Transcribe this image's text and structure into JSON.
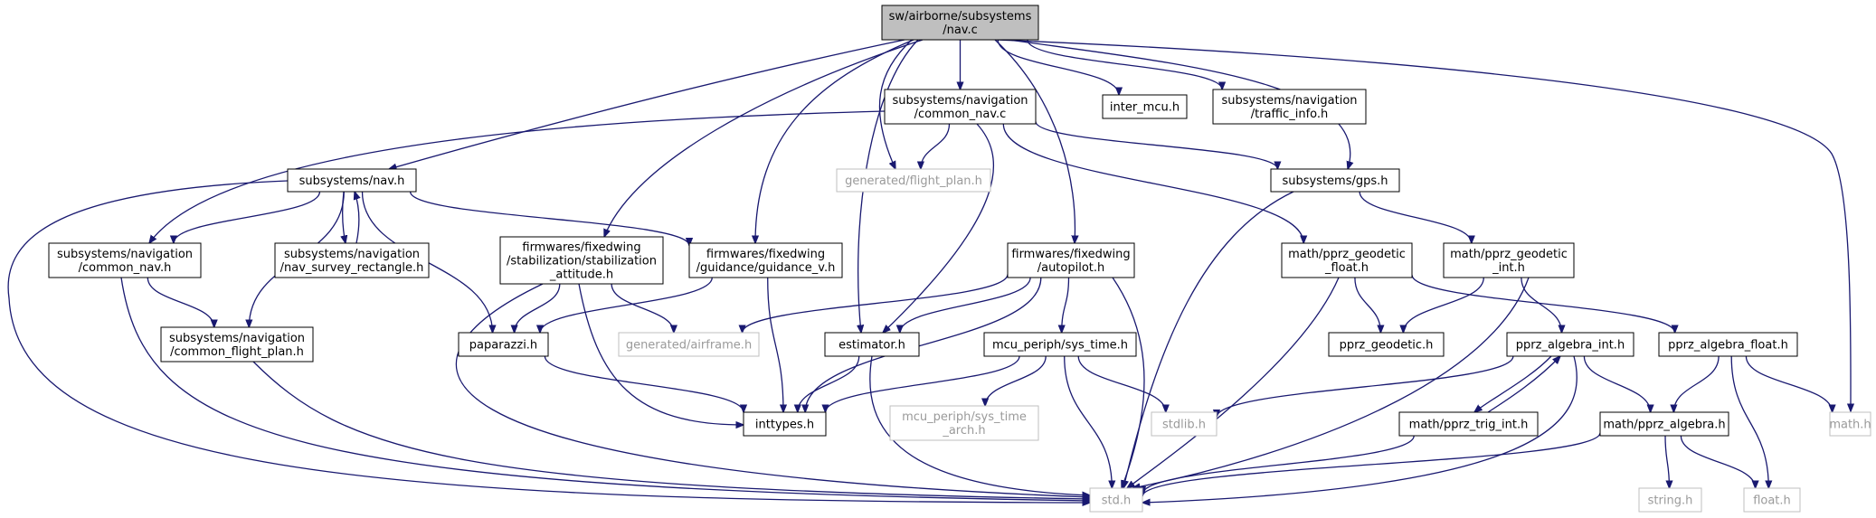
{
  "nodes": {
    "nav_c": {
      "lines": [
        "sw/airborne/subsystems",
        "/nav.c"
      ],
      "kind": "root"
    },
    "common_nav_c": {
      "lines": [
        "subsystems/navigation",
        "/common_nav.c"
      ],
      "kind": "normal"
    },
    "inter_mcu": {
      "lines": [
        "inter_mcu.h"
      ],
      "kind": "normal"
    },
    "traffic_info": {
      "lines": [
        "subsystems/navigation",
        "/traffic_info.h"
      ],
      "kind": "normal"
    },
    "nav_h": {
      "lines": [
        "subsystems/nav.h"
      ],
      "kind": "normal"
    },
    "flight_plan": {
      "lines": [
        "generated/flight_plan.h"
      ],
      "kind": "external"
    },
    "gps_h": {
      "lines": [
        "subsystems/gps.h"
      ],
      "kind": "normal"
    },
    "common_nav_h": {
      "lines": [
        "subsystems/navigation",
        "/common_nav.h"
      ],
      "kind": "normal"
    },
    "nav_survey": {
      "lines": [
        "subsystems/navigation",
        "/nav_survey_rectangle.h"
      ],
      "kind": "normal"
    },
    "stab_att": {
      "lines": [
        "firmwares/fixedwing",
        "/stabilization/stabilization",
        "_attitude.h"
      ],
      "kind": "normal"
    },
    "guidance_v": {
      "lines": [
        "firmwares/fixedwing",
        "/guidance/guidance_v.h"
      ],
      "kind": "normal"
    },
    "autopilot": {
      "lines": [
        "firmwares/fixedwing",
        "/autopilot.h"
      ],
      "kind": "normal"
    },
    "geodetic_float": {
      "lines": [
        "math/pprz_geodetic",
        "_float.h"
      ],
      "kind": "normal"
    },
    "geodetic_int": {
      "lines": [
        "math/pprz_geodetic",
        "_int.h"
      ],
      "kind": "normal"
    },
    "common_flight_plan": {
      "lines": [
        "subsystems/navigation",
        "/common_flight_plan.h"
      ],
      "kind": "normal"
    },
    "paparazzi": {
      "lines": [
        "paparazzi.h"
      ],
      "kind": "normal"
    },
    "airframe": {
      "lines": [
        "generated/airframe.h"
      ],
      "kind": "external"
    },
    "estimator": {
      "lines": [
        "estimator.h"
      ],
      "kind": "normal"
    },
    "sys_time": {
      "lines": [
        "mcu_periph/sys_time.h"
      ],
      "kind": "normal"
    },
    "pprz_geodetic": {
      "lines": [
        "pprz_geodetic.h"
      ],
      "kind": "normal"
    },
    "algebra_int": {
      "lines": [
        "pprz_algebra_int.h"
      ],
      "kind": "normal"
    },
    "algebra_float": {
      "lines": [
        "pprz_algebra_float.h"
      ],
      "kind": "normal"
    },
    "inttypes": {
      "lines": [
        "inttypes.h"
      ],
      "kind": "normal"
    },
    "sys_time_arch": {
      "lines": [
        "mcu_periph/sys_time",
        "_arch.h"
      ],
      "kind": "external"
    },
    "stdlib": {
      "lines": [
        "stdlib.h"
      ],
      "kind": "external"
    },
    "trig_int": {
      "lines": [
        "math/pprz_trig_int.h"
      ],
      "kind": "normal"
    },
    "math_algebra": {
      "lines": [
        "math/pprz_algebra.h"
      ],
      "kind": "normal"
    },
    "math_h": {
      "lines": [
        "math.h"
      ],
      "kind": "external"
    },
    "std_h": {
      "lines": [
        "std.h"
      ],
      "kind": "external"
    },
    "string_h": {
      "lines": [
        "string.h"
      ],
      "kind": "external"
    },
    "float_h": {
      "lines": [
        "float.h"
      ],
      "kind": "external"
    }
  },
  "edges": [
    [
      "nav_c",
      "common_nav_c"
    ],
    [
      "nav_c",
      "inter_mcu"
    ],
    [
      "nav_c",
      "traffic_info"
    ],
    [
      "nav_c",
      "nav_h"
    ],
    [
      "nav_c",
      "flight_plan"
    ],
    [
      "nav_c",
      "gps_h"
    ],
    [
      "nav_c",
      "stab_att"
    ],
    [
      "nav_c",
      "guidance_v"
    ],
    [
      "nav_c",
      "autopilot"
    ],
    [
      "nav_c",
      "estimator"
    ],
    [
      "nav_c",
      "math_h"
    ],
    [
      "common_nav_c",
      "common_nav_h"
    ],
    [
      "common_nav_c",
      "flight_plan"
    ],
    [
      "common_nav_c",
      "gps_h"
    ],
    [
      "common_nav_c",
      "geodetic_float"
    ],
    [
      "common_nav_c",
      "estimator"
    ],
    [
      "nav_h",
      "common_nav_h"
    ],
    [
      "nav_h",
      "nav_survey"
    ],
    [
      "nav_h",
      "common_flight_plan"
    ],
    [
      "nav_h",
      "paparazzi"
    ],
    [
      "nav_h",
      "guidance_v"
    ],
    [
      "nav_h",
      "std_h"
    ],
    [
      "nav_survey",
      "nav_h"
    ],
    [
      "common_nav_h",
      "common_flight_plan"
    ],
    [
      "common_nav_h",
      "std_h"
    ],
    [
      "common_flight_plan",
      "std_h"
    ],
    [
      "stab_att",
      "paparazzi"
    ],
    [
      "stab_att",
      "airframe"
    ],
    [
      "stab_att",
      "inttypes"
    ],
    [
      "stab_att",
      "std_h"
    ],
    [
      "guidance_v",
      "paparazzi"
    ],
    [
      "guidance_v",
      "inttypes"
    ],
    [
      "paparazzi",
      "inttypes"
    ],
    [
      "autopilot",
      "airframe"
    ],
    [
      "autopilot",
      "estimator"
    ],
    [
      "autopilot",
      "sys_time"
    ],
    [
      "autopilot",
      "inttypes"
    ],
    [
      "autopilot",
      "std_h"
    ],
    [
      "estimator",
      "inttypes"
    ],
    [
      "estimator",
      "std_h"
    ],
    [
      "sys_time",
      "inttypes"
    ],
    [
      "sys_time",
      "sys_time_arch"
    ],
    [
      "sys_time",
      "stdlib"
    ],
    [
      "sys_time",
      "std_h"
    ],
    [
      "gps_h",
      "std_h"
    ],
    [
      "gps_h",
      "geodetic_int"
    ],
    [
      "geodetic_float",
      "pprz_geodetic"
    ],
    [
      "geodetic_float",
      "algebra_float"
    ],
    [
      "geodetic_float",
      "std_h"
    ],
    [
      "geodetic_int",
      "pprz_geodetic"
    ],
    [
      "geodetic_int",
      "algebra_int"
    ],
    [
      "geodetic_int",
      "std_h"
    ],
    [
      "algebra_int",
      "stdlib"
    ],
    [
      "algebra_int",
      "trig_int"
    ],
    [
      "algebra_int",
      "math_algebra"
    ],
    [
      "algebra_int",
      "std_h"
    ],
    [
      "trig_int",
      "algebra_int"
    ],
    [
      "trig_int",
      "std_h"
    ],
    [
      "algebra_float",
      "math_algebra"
    ],
    [
      "algebra_float",
      "math_h"
    ],
    [
      "algebra_float",
      "float_h"
    ],
    [
      "math_algebra",
      "string_h"
    ],
    [
      "math_algebra",
      "float_h"
    ],
    [
      "math_algebra",
      "std_h"
    ]
  ]
}
